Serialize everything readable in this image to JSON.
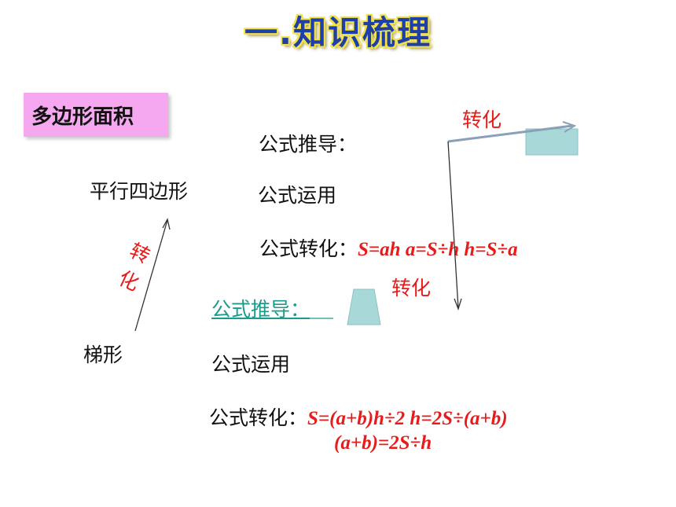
{
  "title": "一.知识梳理",
  "badge": "多边形面积",
  "parallelogram": {
    "name": "平行四边形",
    "derive": "公式推导：",
    "apply": "公式运用",
    "transform_label": "公式转化：",
    "formulas": "S=ah  a=S÷h h=S÷a"
  },
  "trapezoid": {
    "name": "梯形",
    "derive": "公式推导：",
    "apply": "公式运用",
    "transform_label": "公式转化：",
    "formula_line1": "S=(a+b)h÷2    h=2S÷(a+b)",
    "formula_line2": "(a+b)=2S÷h"
  },
  "convert_labels": {
    "top": "转化",
    "middle": "转化",
    "side_char1": "转",
    "side_char2": "化"
  },
  "colors": {
    "title": "#1f3fa8",
    "title_outline": "#f2e24a",
    "badge_bg": "#f5a8f0",
    "formula": "#e81a1a",
    "link": "#1a9c8c",
    "shape_fill": "#a9d8d8"
  }
}
